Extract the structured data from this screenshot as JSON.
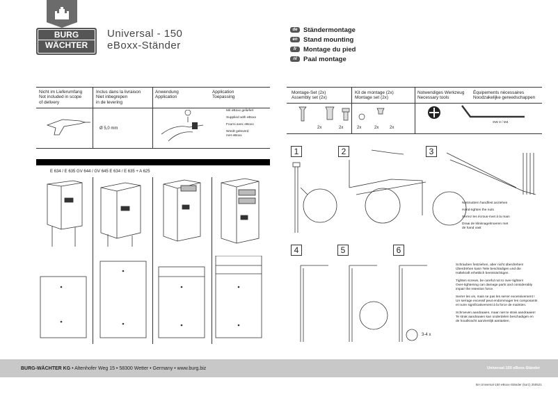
{
  "brand": {
    "logo_line1": "BURG",
    "logo_line2": "WÄCHTER",
    "product_line1": "Universal - 150",
    "product_line2": "eBoxx-Ständer"
  },
  "titles": [
    {
      "lang": "de",
      "text": "Ständermontage"
    },
    {
      "lang": "en",
      "text": "Stand mounting"
    },
    {
      "lang": "fr",
      "text": "Montage du pied"
    },
    {
      "lang": "nl",
      "text": "Paal montage"
    }
  ],
  "left_table": {
    "col1": "Nicht im Lieferumfang\nNot included in scope\nof delivery",
    "col2": "Inclus dans la livraison\nNiet inbegrepen\nin de levering",
    "col3": "Anwendung\nApplication",
    "col4": "Application\nToepassing",
    "drill_label": "Ø 5,0 mm",
    "eboxx_notes": [
      "Mit eBoxx geliefert",
      "Supplied with eBoxx",
      "Fourni avec eBoxx",
      "Wordt geleverd",
      "met eBoxx"
    ]
  },
  "models_line": "E 634 / E 635 GV 644 / GV 645 E 634 / E 635 + A 625",
  "right_table": {
    "col1": "Montage-Set (2x)\nAssembly set (2x)",
    "col2": "Kit de montage (2x)\nMontage set (2x)",
    "col3": "Notwendiges Werkzeug\nNecessary tools",
    "col4": "Équipements nécessaires\nNoodzakelijke gereedschappen",
    "qty": [
      "2x",
      "2x",
      "2x",
      "2x",
      "2x"
    ],
    "wrench_label": "SW 3 / M4"
  },
  "steps": [
    "1",
    "2",
    "3",
    "4",
    "5",
    "6"
  ],
  "step3_notes": [
    "Nietmuttern handfest anziehen",
    "Hand-tighten the nuts",
    "Serrez les écrous-rivet à la main",
    "Draai de klinknagelmoeren met\nde hand vast"
  ],
  "torque_notes": [
    "Schrauben festziehen, aber nicht überdrehen!\nÜberdrehen kann Teile beschädigen und die\nHaltekraft erheblich beeinträchtigen.",
    "Tighten screws, be careful not to over-tighten!\nOver-tightening can damage parts and considerably\nimpair the retention force.",
    "Serrer les vis, mais ne pas les serrer excessivement !\nUn serrage excessif peut endommager les composants\net nuire significativement à la force de maintien.",
    "Schroeven aandraaien, maar niet te strak aandraaien!\nTe strak aandraaien kan onderdelen beschadigen en\nde houdkracht aanzienlijk aantasten."
  ],
  "rotation_label": "3-4 x",
  "footer": {
    "company": "BURG-WÄCHTER KG",
    "address": " • Altenhofer Weg 15 • 58300 Wetter • Germany • www.burg.biz",
    "right": "Universal-150 eBoxx-Ständer",
    "docref": "BA Universal-150 eBoxx-Ständer (kurz) 250521"
  }
}
